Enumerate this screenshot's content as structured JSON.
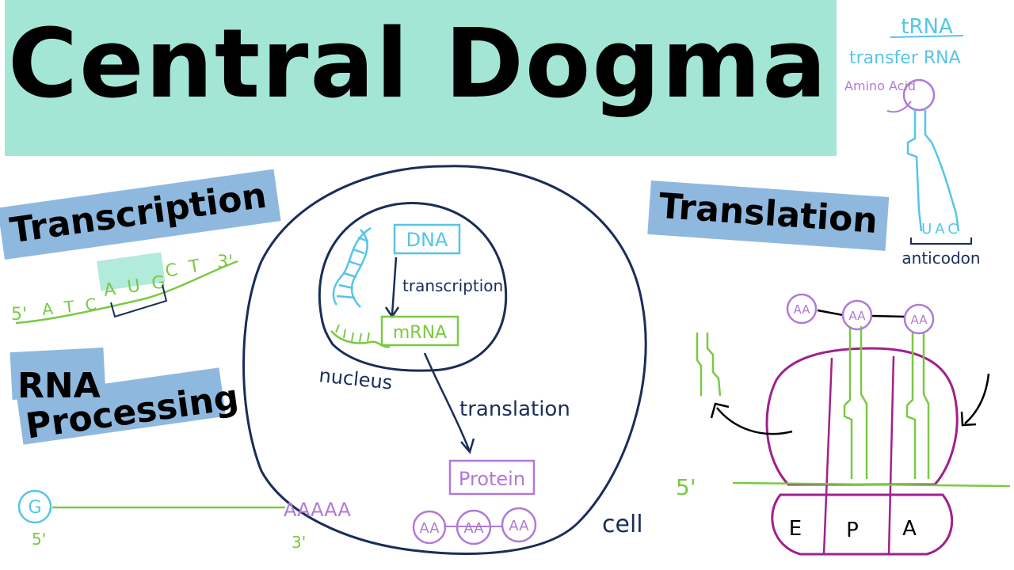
{
  "title": "Central Dogma",
  "sections": {
    "transcription": "Transcription",
    "translation": "Translation",
    "rna_processing_line1": "RNA",
    "rna_processing_line2": "Processing"
  },
  "cell": {
    "nucleus_label": "nucleus",
    "cell_label": "cell",
    "dna_label": "DNA",
    "mrna_label": "mRNA",
    "protein_label": "Protein",
    "transcription_arrow_label": "transcription",
    "translation_arrow_label": "translation",
    "amino_acids": [
      "AA",
      "AA",
      "AA"
    ]
  },
  "transcription_strand": {
    "five_prime": "5'",
    "three_prime": "3'",
    "sequence_left": "A T C",
    "codon": "A U G",
    "sequence_right": "C T"
  },
  "rna_processing": {
    "cap": "G",
    "tail": "AAAAA",
    "five_prime": "5'",
    "three_prime": "3'"
  },
  "trna": {
    "title": "tRNA",
    "subtitle": "transfer RNA",
    "amino_acid_label": "Amino Acid",
    "anticodon_seq": "UAC",
    "anticodon_label": "anticodon"
  },
  "ribosome": {
    "sites": [
      "E",
      "P",
      "A"
    ],
    "chain": [
      "AA",
      "AA",
      "AA"
    ],
    "five_prime": "5'"
  },
  "colors": {
    "title_bg": "#a4e6d6",
    "label_bg": "#8fb8de",
    "green": "#7ac943",
    "blue": "#56c5e8",
    "purple": "#b07ad8",
    "magenta": "#a0208e",
    "navy": "#1a2d5a"
  }
}
